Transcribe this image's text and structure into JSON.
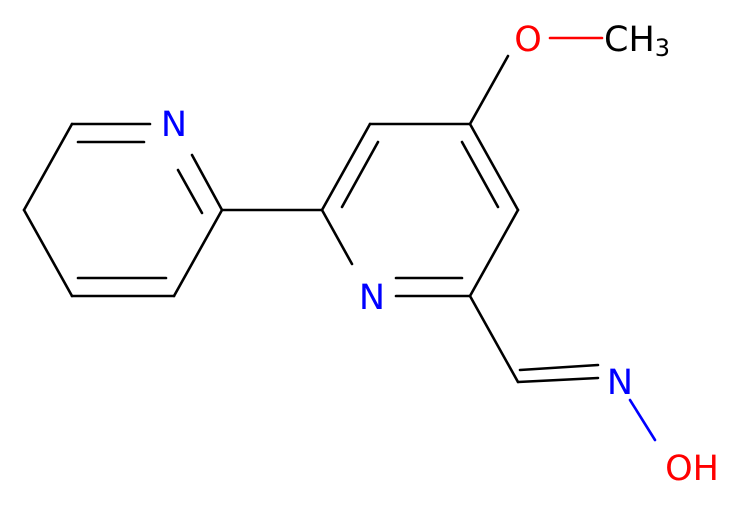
{
  "molecule": {
    "labels": {
      "n_left": "N",
      "n_center": "N",
      "n_oxime": "N",
      "o_methoxy": "O",
      "methyl_c": "CH",
      "methyl_sub": "3",
      "hydroxyl": "OH"
    },
    "colors": {
      "carbon_bond": "#000000",
      "nitrogen": "#0000ff",
      "oxygen": "#ff0000",
      "background": "#ffffff"
    }
  }
}
